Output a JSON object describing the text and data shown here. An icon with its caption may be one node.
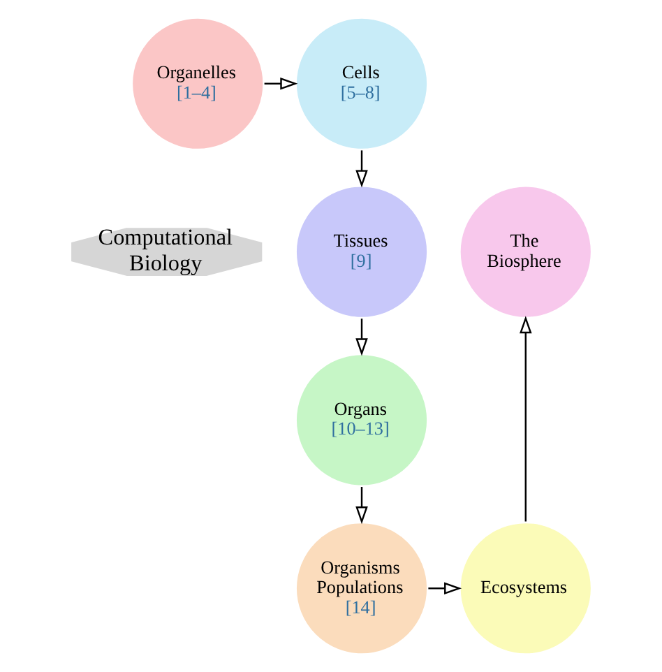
{
  "diagram": {
    "nodes": [
      {
        "text": [
          "Computational Biology"
        ]
      },
      {
        "text": [
          "Cells",
          "[5–8]"
        ]
      },
      {
        "text": [
          "Organelles",
          "[1–4]"
        ]
      },
      {
        "text": [
          "Tissues",
          "[9]"
        ]
      },
      {
        "text": [
          "Organs",
          "[10–13]"
        ]
      },
      {
        "text": [
          "Organisms Populations",
          "[14]"
        ]
      },
      {
        "text": [
          "Ecosystems"
        ]
      },
      {
        "text": [
          "The Biosphere"
        ]
      }
    ],
    "edges": [
      {
        "from": 2,
        "to": 1,
        "arrow": "to"
      },
      {
        "from": 1,
        "to": 3,
        "arrow": "to"
      },
      {
        "from": 3,
        "to": 4,
        "arrow": "to"
      },
      {
        "from": 4,
        "to": 5,
        "arrow": "to"
      },
      {
        "from": 5,
        "to": 6,
        "arrow": "to"
      },
      {
        "from": 6,
        "to": 7,
        "arrow": "to"
      }
    ]
  }
}
